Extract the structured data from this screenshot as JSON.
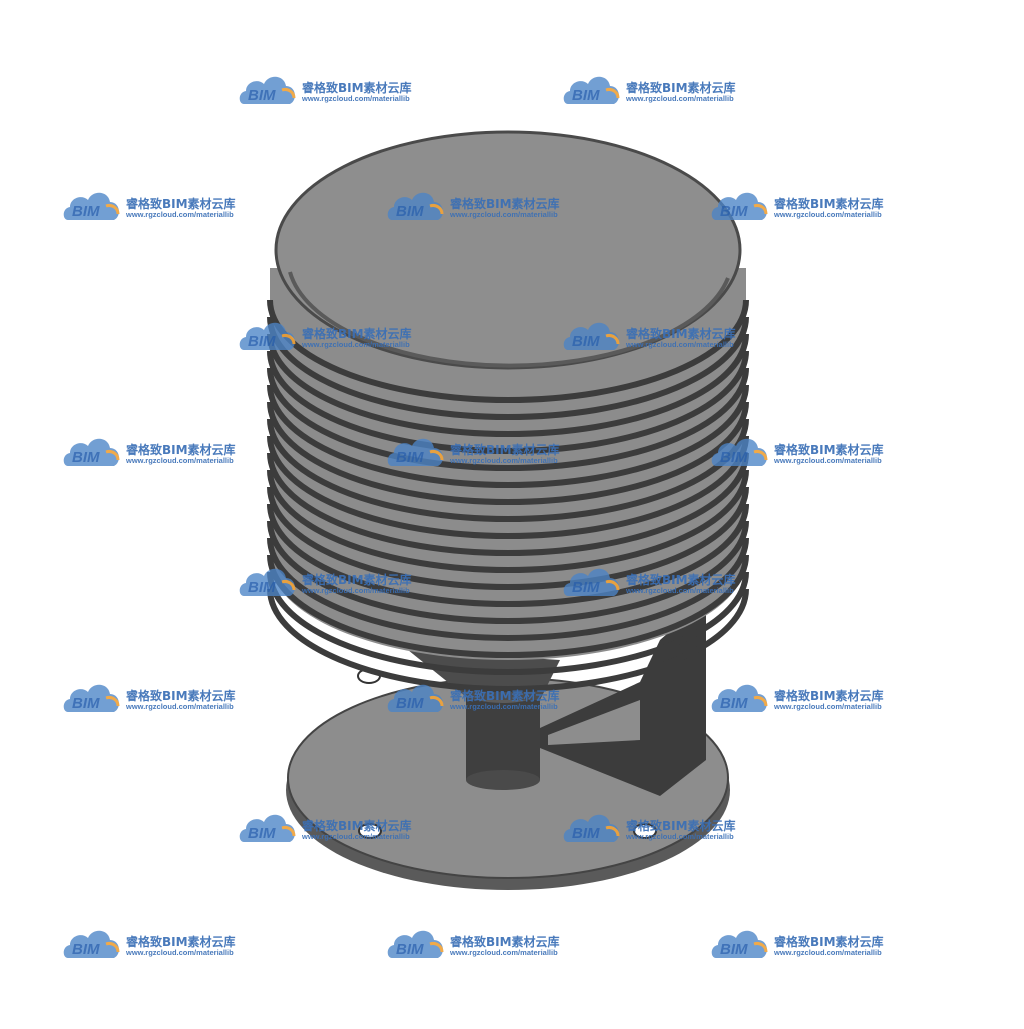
{
  "model": {
    "object": "threaded cylindrical fitting on flanged base",
    "colors": {
      "body": "#8c8c8c",
      "top_face": "#8e8e8e",
      "edge": "#4a4a4a",
      "groove": "#3c3c3c",
      "dark": "#3f3f3f",
      "flange": "#8d8d8d"
    }
  },
  "watermark": {
    "logo_text": "BIM",
    "name": "睿格致BIM素材云库",
    "url": "www.rgzcloud.com/materiallib",
    "colors": {
      "cloud": "#4b84c7",
      "accent": "#f0a33a",
      "text": "#3a6fb6"
    }
  }
}
